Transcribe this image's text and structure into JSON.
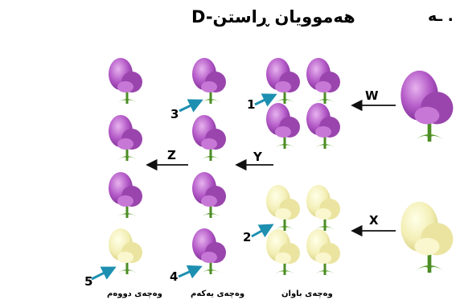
{
  "header": {
    "title": "D-هەموویان ڕاستن",
    "cut_text": "ـه ."
  },
  "arrows": {
    "w": "W",
    "x": "X",
    "y": "Y",
    "z": "Z"
  },
  "numbers": [
    "1",
    "2",
    "3",
    "4",
    "5"
  ],
  "generations": {
    "parents": "وەچەی باوان",
    "first": "وەچەی یەکەم",
    "second": "وەچەی دووەم"
  },
  "colors": {
    "purple_flower": "#b45ac8",
    "white_flower": "#f3efb6",
    "pointer_arrow": "#1d8fb0",
    "leaf": "#5aa02c"
  }
}
